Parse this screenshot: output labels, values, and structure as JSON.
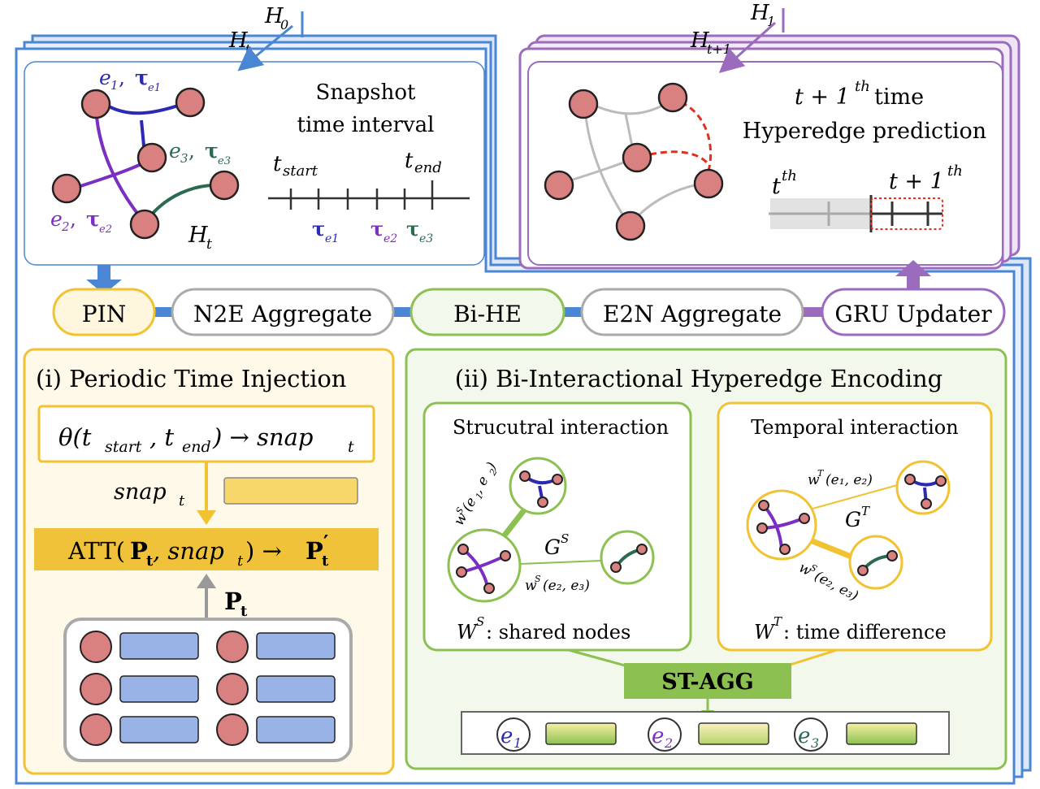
{
  "colors": {
    "blue_panel": "#4a86d4",
    "purple_panel": "#9b6bbd",
    "yellow": "#f1c232",
    "yellow_fill": "#fdf6e3",
    "green": "#8cc152",
    "green_fill": "#f3f8ec",
    "node_fill": "#d98080",
    "node_stroke": "#222222",
    "token_fill": "#99b3e6",
    "dark_blue": "#2a2ab3",
    "violet": "#7a2ec4",
    "dark_green": "#2a6b4f",
    "red_dash": "#e03020"
  },
  "top_left": {
    "h0": "H",
    "h0_sub": "0",
    "ht": "H",
    "ht_sub": "t",
    "e1_label": "e",
    "e1_sub": "1",
    "tau_e1": "τ",
    "tau_e1_sub": "e1",
    "e2_label": "e",
    "e2_sub": "2",
    "tau_e2": "τ",
    "tau_e2_sub": "e2",
    "e3_label": "e",
    "e3_sub": "3",
    "tau_e3": "τ",
    "tau_e3_sub": "e3",
    "graph_label": "H",
    "graph_label_sub": "t",
    "snapshot_line1": "Snapshot",
    "snapshot_line2": "time interval",
    "t_start": "t",
    "t_start_sub": "start",
    "t_end": "t",
    "t_end_sub": "end",
    "tick_e1": "τ",
    "tick_e1_sub": "e1",
    "tick_e2": "τ",
    "tick_e2_sub": "e2",
    "tick_e3": "τ",
    "tick_e3_sub": "e3"
  },
  "top_right": {
    "h1": "H",
    "h1_sub": "1",
    "ht1": "H",
    "ht1_sub": "t+1",
    "title_line1_a": "t + 1",
    "title_line1_sup": "th",
    "title_line1_b": " time",
    "title_line2": "Hyperedge prediction",
    "t_th": "t",
    "t_th_sup": "th",
    "t1_th": "t + 1",
    "t1_th_sup": "th"
  },
  "pipeline": {
    "pin": "PIN",
    "n2e": "N2E Aggregate",
    "bihe": "Bi-HE",
    "e2n": "E2N Aggregate",
    "gru": "GRU Updater"
  },
  "pti": {
    "title": "(i) Periodic Time Injection",
    "theta": "θ(t",
    "theta_sub1": "start",
    "theta_mid": ", t",
    "theta_sub2": "end",
    "theta_end": ") → snap",
    "theta_sub3": "t",
    "snap": "snap",
    "snap_sub": "t",
    "att_a": "ATT(",
    "att_p": "P",
    "att_p_sub": "t",
    "att_mid": ", snap",
    "att_mid_sub": "t",
    "att_arrow": ") → ",
    "att_p2": "P",
    "att_p2_sub": "t",
    "att_p2_prime": "′",
    "pt": "P",
    "pt_sub": "t"
  },
  "bihe": {
    "title": "(ii) Bi-Interactional Hyperedge Encoding",
    "struct_title": "Strucutral interaction",
    "temp_title": "Temporal interaction",
    "ws_e1e2": "w",
    "ws_e1e2_sup": "S",
    "ws_e1e2_args": "(e",
    "ws_e1e2_a1": "1",
    "ws_e1e2_comma": ", e",
    "ws_e1e2_a2": "2",
    "ws_e1e2_close": ")",
    "gs": "G",
    "gs_sup": "S",
    "ws_e2e3": "w",
    "ws_e2e3_sup": "S",
    "ws_e2e3_text": "(e₂, e₃)",
    "struct_caption_w": "W",
    "struct_caption_sup": "S",
    "struct_caption_text": ": shared nodes",
    "wt_e1e2": "w",
    "wt_e1e2_sup": "T",
    "wt_e1e2_text": "(e₁, e₂)",
    "gt": "G",
    "gt_sup": "T",
    "ws_temp": "w",
    "ws_temp_sup": "S",
    "ws_temp_text": "(e₂, e₃)",
    "temp_caption_w": "W",
    "temp_caption_sup": "T",
    "temp_caption_text": ": time difference",
    "st_agg": "ST-AGG",
    "out_e1": "e",
    "out_e1_sub": "1",
    "out_e2": "e",
    "out_e2_sub": "2",
    "out_e3": "e",
    "out_e3_sub": "3"
  }
}
